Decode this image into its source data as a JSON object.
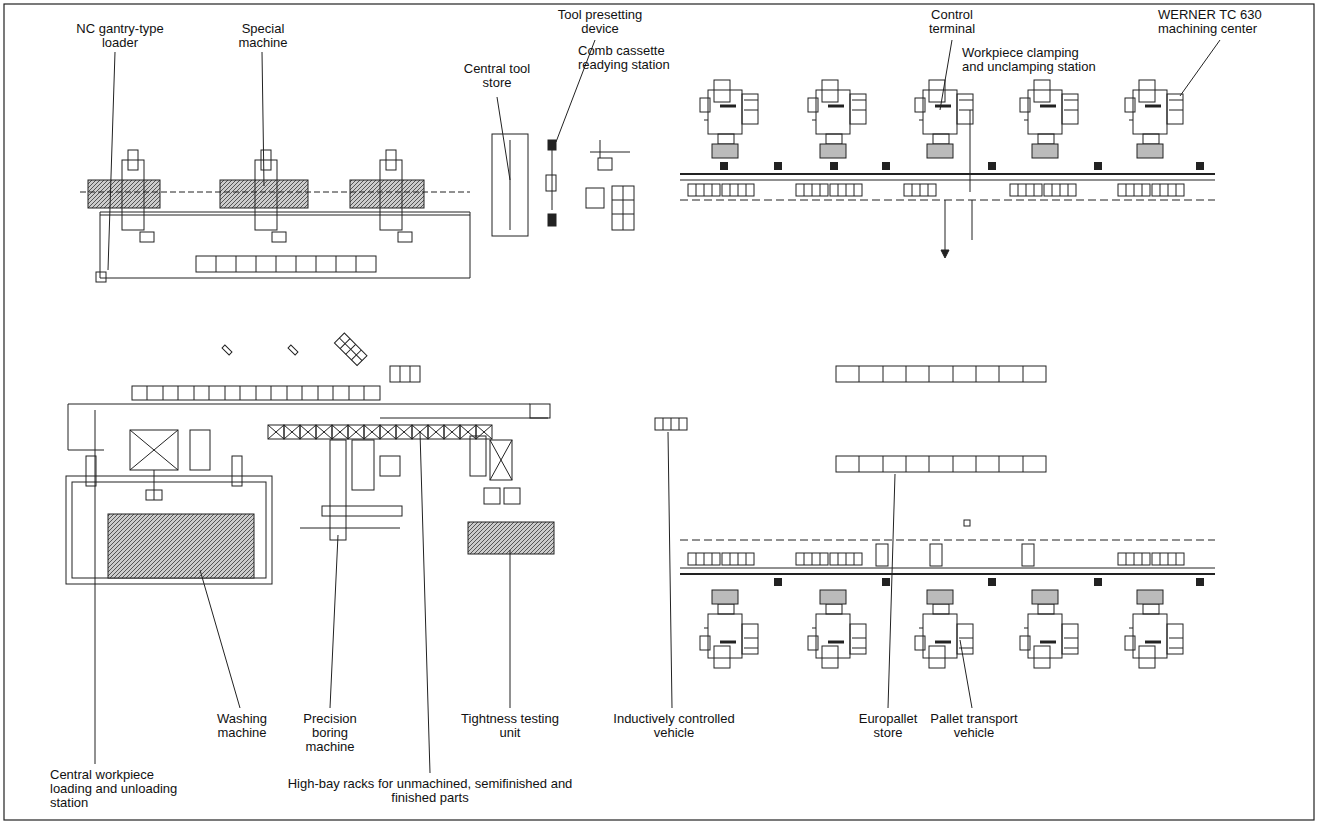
{
  "diagram": {
    "labels": [
      "NC gantry-type loader",
      "Special machine",
      "Tool presetting device",
      "Central tool store",
      "Comb cassette readying station",
      "Control terminal",
      "Workpiece clamping and unclamping station",
      "WERNER TC 630 machining center",
      "Washing machine",
      "Precision boring machine",
      "Tightness testing unit",
      "Inductively controlled vehicle",
      "Europallet store",
      "Pallet transport vehicle",
      "Central workpiece loading and unloading station",
      "High-bay racks for unmachined, semifinished and finished parts"
    ]
  }
}
